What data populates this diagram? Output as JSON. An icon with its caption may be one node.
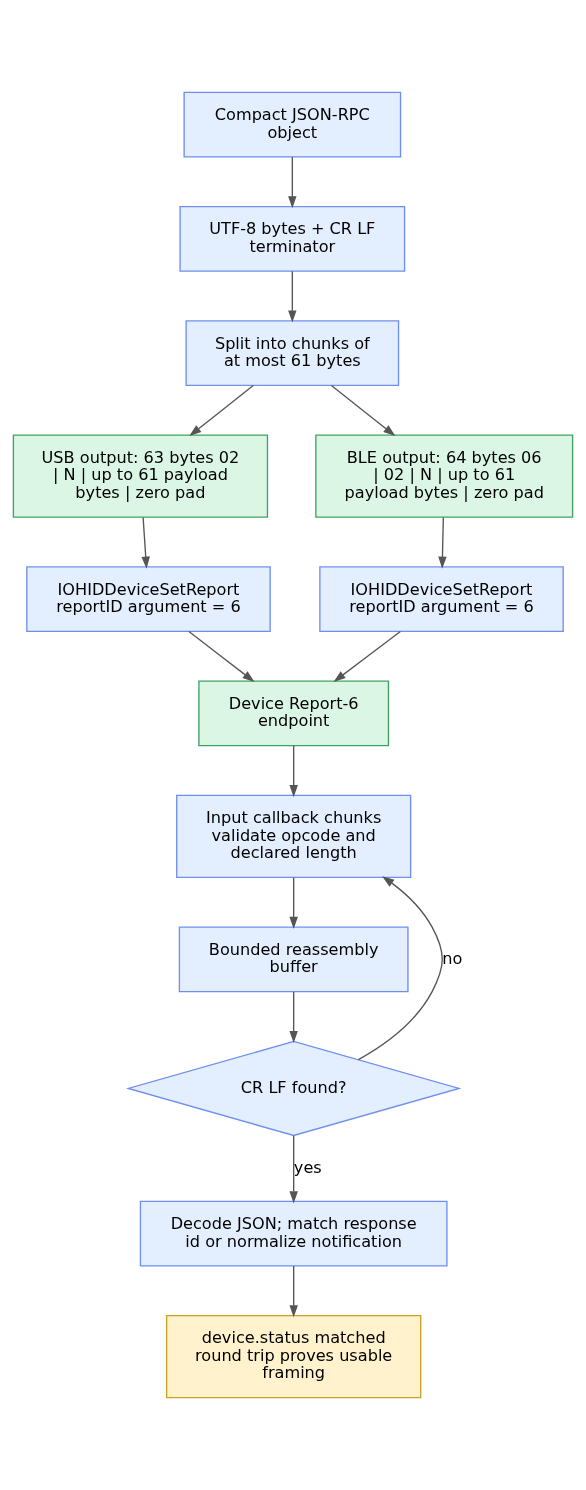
{
  "diagram": {
    "nodes": [
      {
        "text": [
          "Compact JSON-RPC object"
        ]
      },
      {
        "text": [
          "UTF-8 bytes + CR LF terminator"
        ]
      },
      {
        "text": [
          "Split into chunks of at most 61 bytes"
        ]
      },
      {
        "text": [
          "USB output: 63 bytes 02 | N | up to 61 payload bytes | zero pad"
        ]
      },
      {
        "text": [
          "BLE output: 64 bytes 06 | 02 | N | up to 61 payload bytes | zero pad"
        ]
      },
      {
        "text": [
          "IOHIDDeviceSetReport reportID argument = 6"
        ]
      },
      {
        "text": [
          "IOHIDDeviceSetReport reportID argument = 6"
        ]
      },
      {
        "text": [
          "Device Report-6 endpoint"
        ]
      },
      {
        "text": [
          "Input callback chunks validate opcode and declared length"
        ]
      },
      {
        "text": [
          "Bounded reassembly buffer"
        ]
      },
      {
        "text": [
          "CR LF found?"
        ]
      },
      {
        "text": [
          "Decode JSON; match response id or normalize notification"
        ]
      },
      {
        "text": [
          "device.status matched round trip proves usable framing"
        ]
      }
    ],
    "edges": [
      {
        "from": 0,
        "to": 1,
        "arrow": "to"
      },
      {
        "from": 1,
        "to": 2,
        "arrow": "to"
      },
      {
        "from": 2,
        "to": 3,
        "arrow": "to"
      },
      {
        "from": 2,
        "to": 4,
        "arrow": "to"
      },
      {
        "from": 3,
        "to": 5,
        "arrow": "to"
      },
      {
        "from": 4,
        "to": 6,
        "arrow": "to"
      },
      {
        "from": 5,
        "to": 7,
        "arrow": "to"
      },
      {
        "from": 6,
        "to": 7,
        "arrow": "to"
      },
      {
        "from": 7,
        "to": 8,
        "arrow": "to"
      },
      {
        "from": 8,
        "to": 9,
        "arrow": "to"
      },
      {
        "from": 9,
        "to": 10,
        "arrow": "to"
      },
      {
        "from": 10,
        "to": 8,
        "arrow": "to",
        "label": "no"
      },
      {
        "from": 10,
        "to": 11,
        "arrow": "to",
        "label": "yes"
      },
      {
        "from": 11,
        "to": 12,
        "arrow": "to"
      }
    ]
  }
}
